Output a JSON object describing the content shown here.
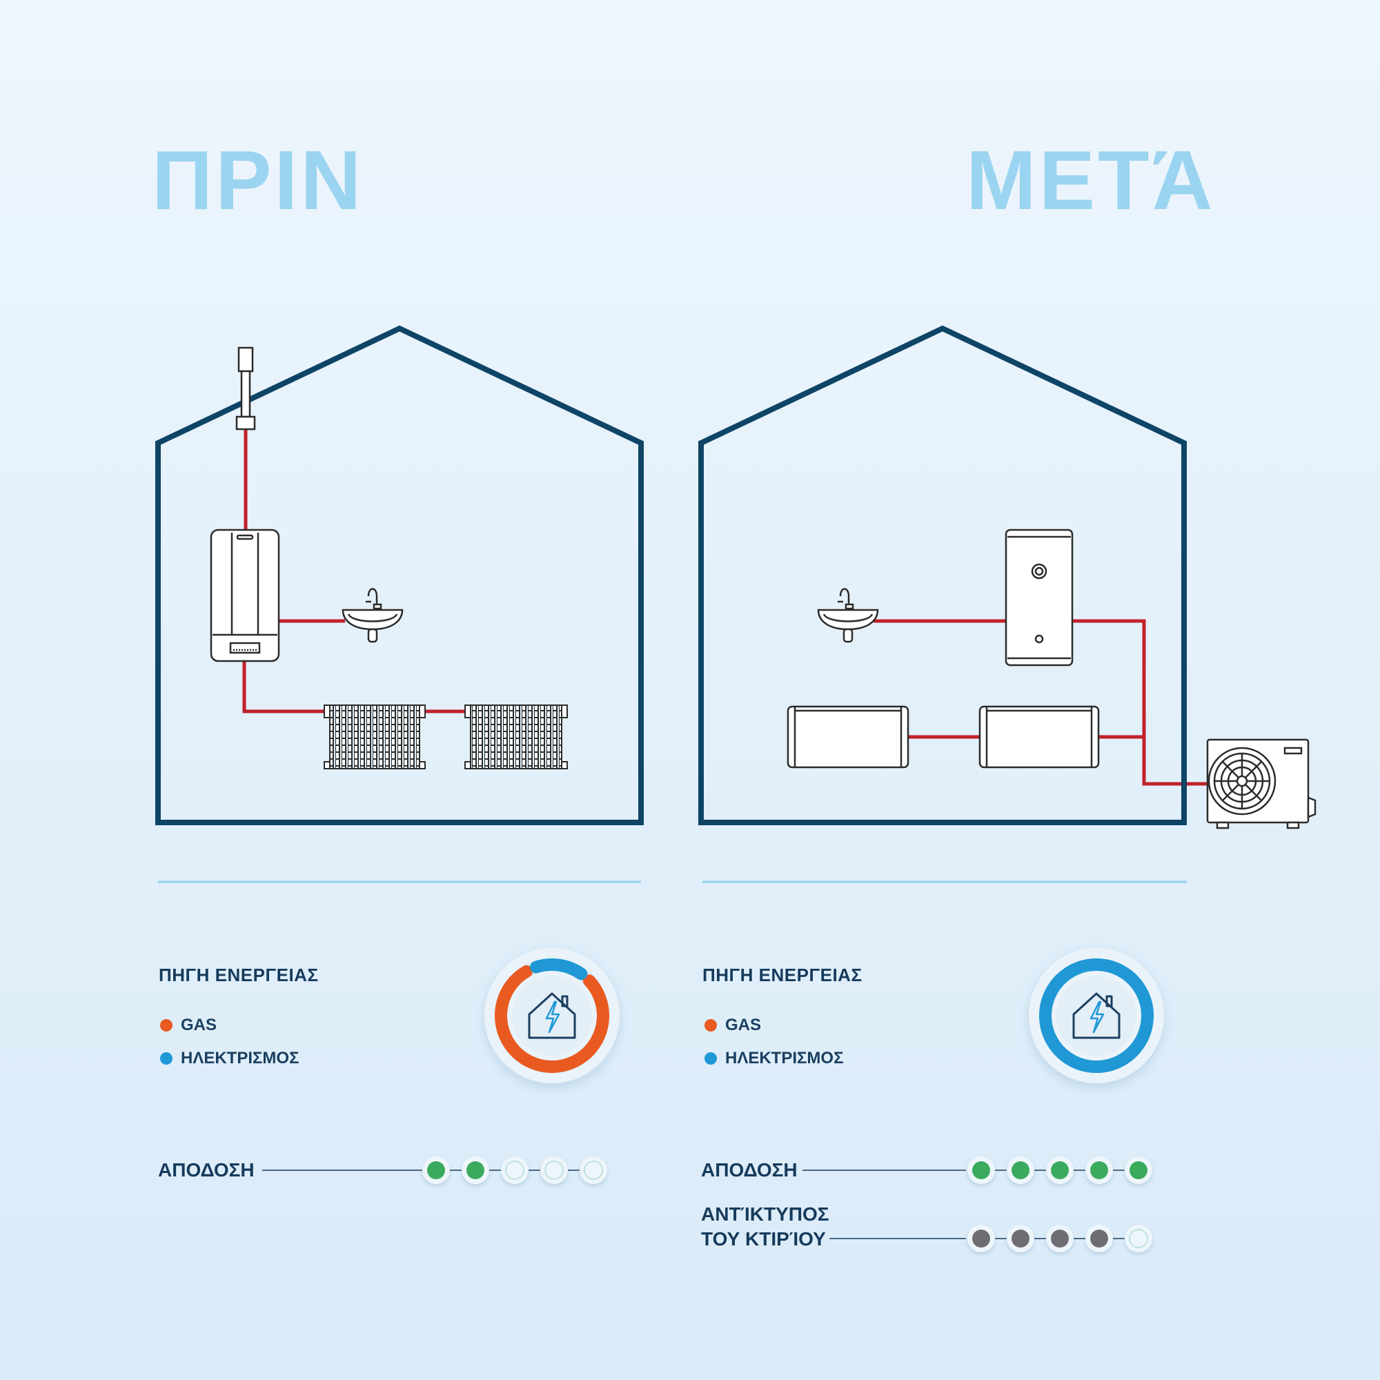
{
  "colors": {
    "house": "#0e4466",
    "pipe": "#c0212b",
    "gas": "#e85a20",
    "electric": "#1f98d5",
    "title": "#9bd4f0",
    "green": "#3aab5c",
    "gray": "#6e6e72",
    "divider": "#92cfea"
  },
  "before": {
    "title": "ΠΡΙΝ",
    "energy_heading": "ΠΗΓΗ ΕΝΕΡΓΕΙΑΣ",
    "legend": [
      {
        "label": "GAS",
        "color": "#e85a20"
      },
      {
        "label": "ΗΛΕΚΤΡΙΣΜΟΣ",
        "color": "#1f98d5"
      }
    ],
    "energy_mix": {
      "gas_fraction": 0.82,
      "electric_fraction": 0.18
    },
    "efficiency_label": "ΑΠΟΔΟΣΗ",
    "efficiency_rating": 2,
    "rating_max": 5,
    "icon": "house-lightning-icon"
  },
  "after": {
    "title": "ΜΕΤΆ",
    "energy_heading": "ΠΗΓΗ ΕΝΕΡΓΕΙΑΣ",
    "legend": [
      {
        "label": "GAS",
        "color": "#e85a20"
      },
      {
        "label": "ΗΛΕΚΤΡΙΣΜΟΣ",
        "color": "#1f98d5"
      }
    ],
    "energy_mix": {
      "gas_fraction": 0,
      "electric_fraction": 1
    },
    "efficiency_label": "ΑΠΟΔΟΣΗ",
    "efficiency_rating": 5,
    "impact_label_line1": "ΑΝΤΊΚΤΥΠΟΣ",
    "impact_label_line2": "ΤΟΥ ΚΤΙΡΊΟΥ",
    "impact_rating": 4,
    "rating_max": 5,
    "icon": "house-lightning-icon"
  }
}
